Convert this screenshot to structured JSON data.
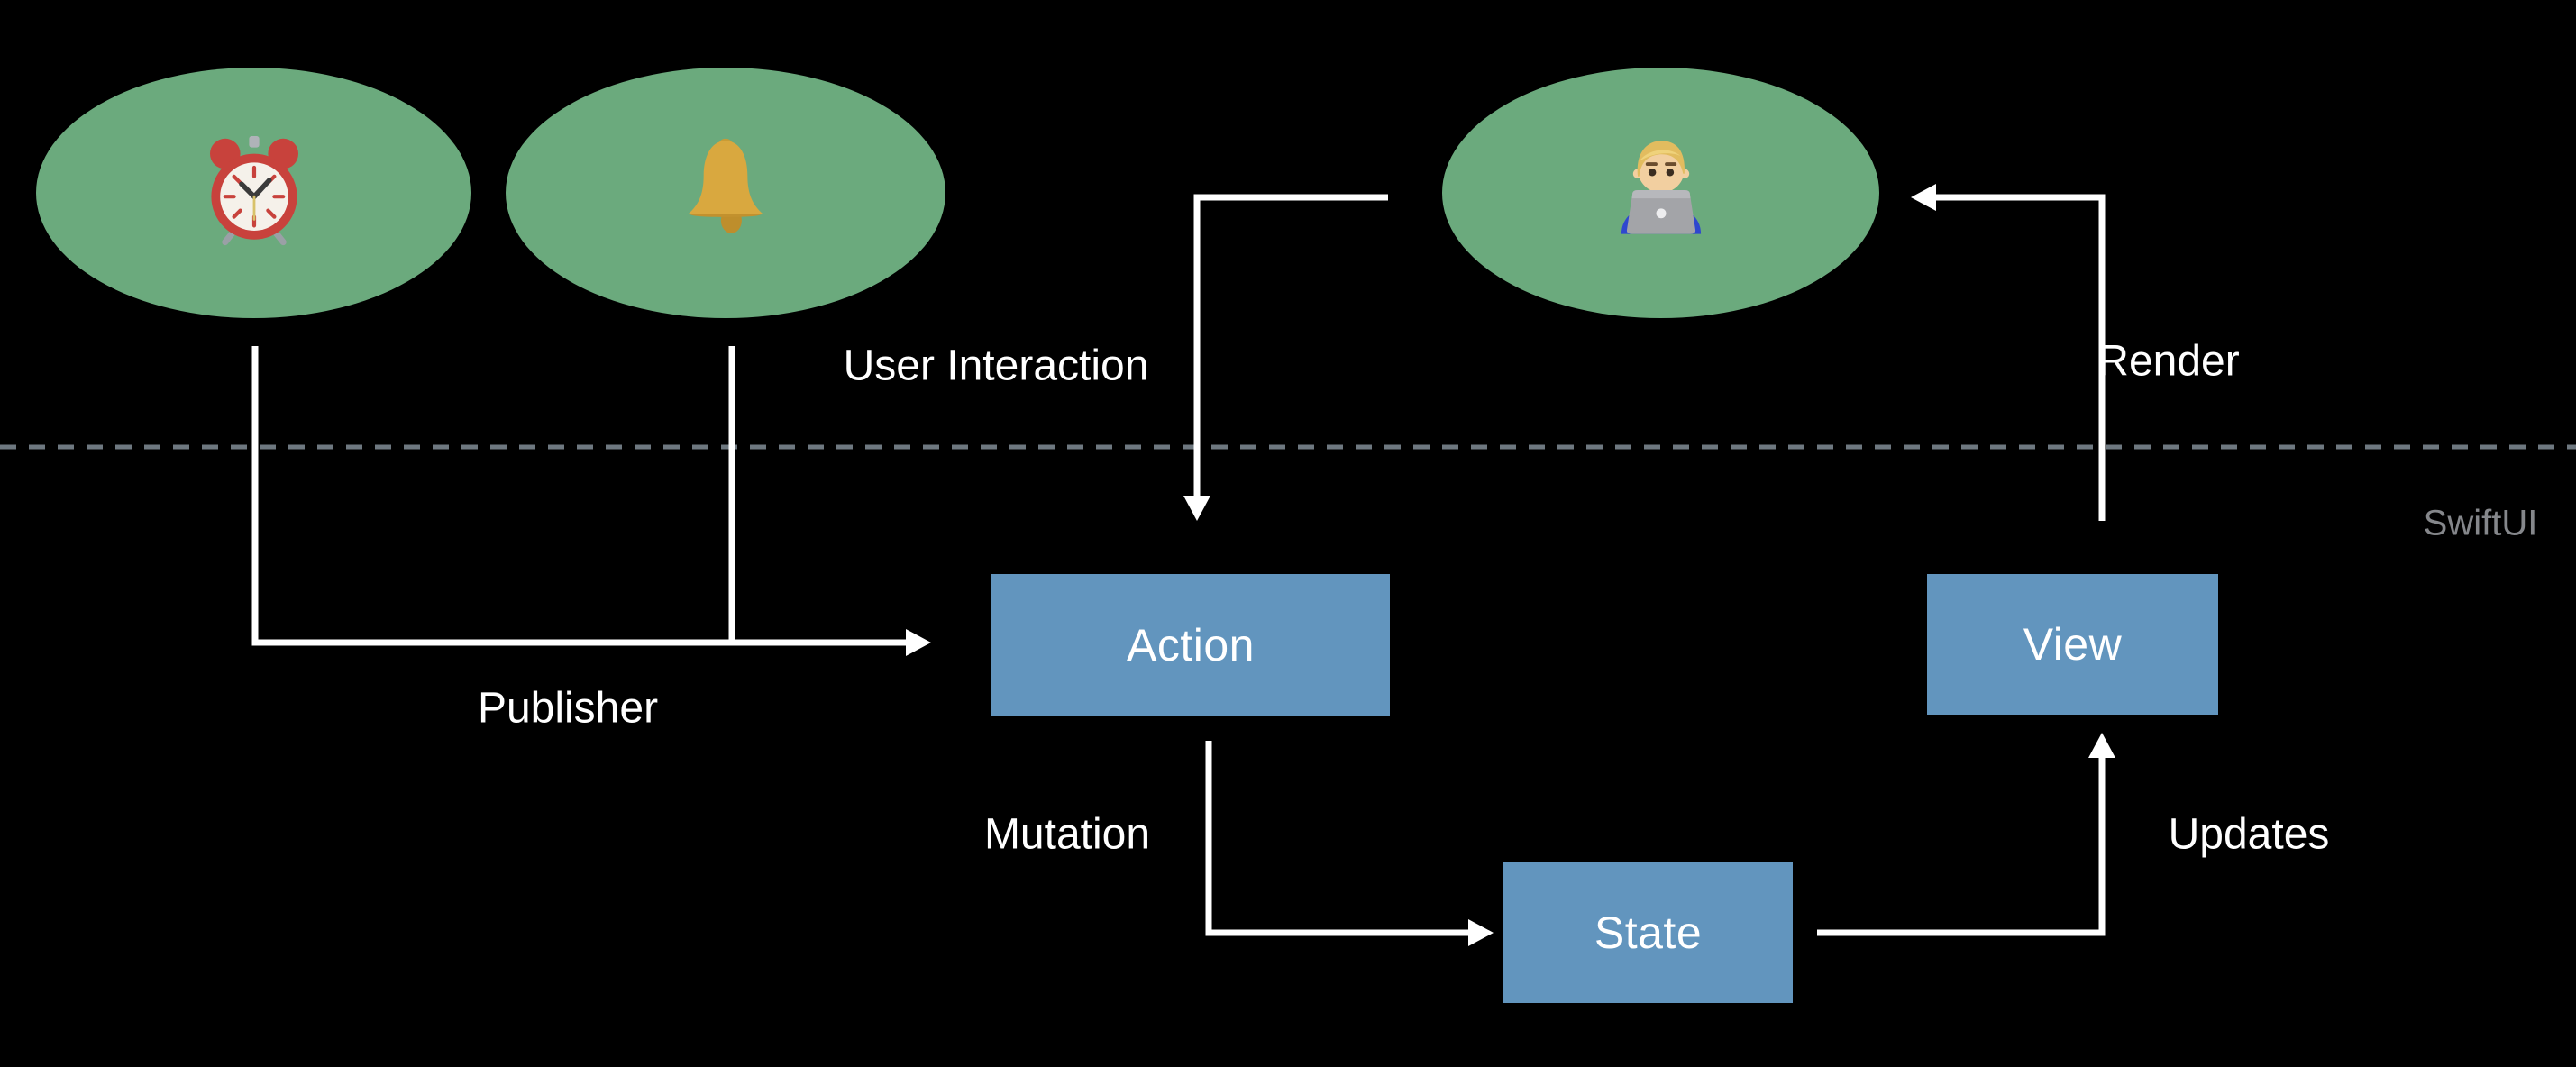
{
  "diagram": {
    "framework_label": "SwiftUI",
    "sources": [
      {
        "name": "alarm-clock",
        "emoji": "⏰"
      },
      {
        "name": "bell",
        "emoji": "🔔"
      },
      {
        "name": "technologist",
        "emoji": "👨🏼‍💻"
      }
    ],
    "nodes": {
      "action": "Action",
      "state": "State",
      "view": "View"
    },
    "edges": {
      "publisher": "Publisher",
      "user_interaction": "User Interaction",
      "mutation": "Mutation",
      "updates": "Updates",
      "render": "Render"
    },
    "colors": {
      "background": "#000000",
      "source_ellipse": "#6BAA7D",
      "node_fill": "#6295BE",
      "arrow": "#FFFFFF",
      "divider_line": "#6E7880",
      "framework_label": "#85878B",
      "label_text": "#FFFFFF"
    }
  }
}
